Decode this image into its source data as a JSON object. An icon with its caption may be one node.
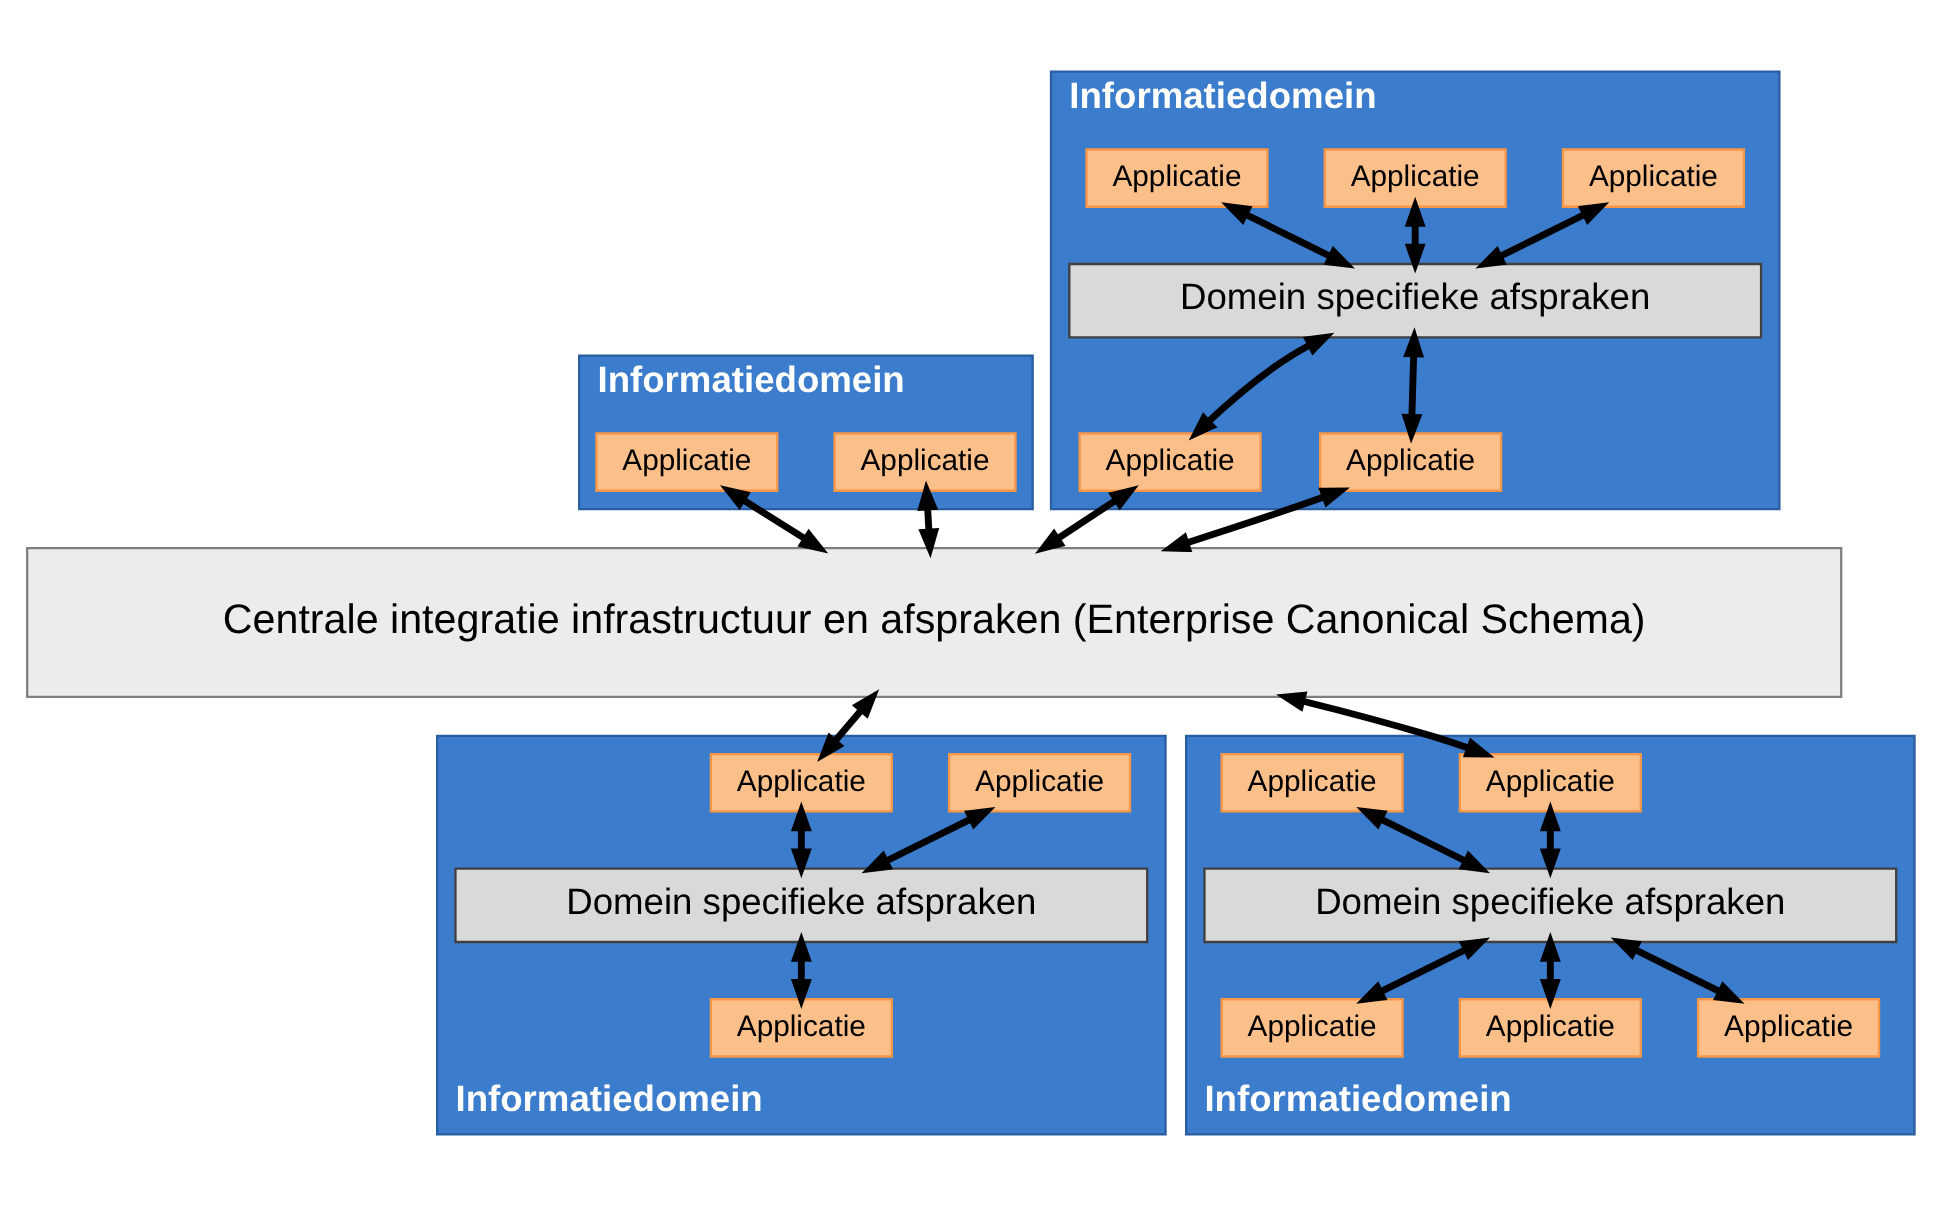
{
  "diagram": {
    "nodes": [
      {
        "text": [
          "Informatiedomein"
        ]
      },
      {
        "text": [
          "Applicatie"
        ],
        "in": 0
      },
      {
        "text": [
          "Applicatie"
        ],
        "in": 0
      },
      {
        "text": [
          "Informatiedomein"
        ]
      },
      {
        "text": [
          "Applicatie"
        ],
        "in": 3
      },
      {
        "text": [
          "Applicatie"
        ],
        "in": 3
      },
      {
        "text": [
          "Applicatie"
        ],
        "in": 3
      },
      {
        "text": [
          "Domein specifieke afspraken"
        ],
        "in": 3
      },
      {
        "text": [
          "Applicatie"
        ],
        "in": 3
      },
      {
        "text": [
          "Applicatie"
        ],
        "in": 3
      },
      {
        "text": [
          "Centrale integratie infrastructuur en afspraken (Enterprise Canonical Schema)"
        ]
      },
      {
        "text": [
          "Informatiedomein"
        ]
      },
      {
        "text": [
          "Applicatie"
        ],
        "in": 11
      },
      {
        "text": [
          "Applicatie"
        ],
        "in": 11
      },
      {
        "text": [
          "Domein specifieke afspraken"
        ],
        "in": 11
      },
      {
        "text": [
          "Applicatie"
        ],
        "in": 11
      },
      {
        "text": [
          "Informatiedomein"
        ]
      },
      {
        "text": [
          "Applicatie"
        ],
        "in": 16
      },
      {
        "text": [
          "Applicatie"
        ],
        "in": 16
      },
      {
        "text": [
          "Domein specifieke afspraken"
        ],
        "in": 16
      },
      {
        "text": [
          "Applicatie"
        ],
        "in": 16
      },
      {
        "text": [
          "Applicatie"
        ],
        "in": 16
      },
      {
        "text": [
          "Applicatie"
        ],
        "in": 16
      }
    ],
    "edges": [
      {
        "from": 1,
        "to": 10,
        "arrow": "both"
      },
      {
        "from": 2,
        "to": 10,
        "arrow": "both"
      },
      {
        "from": 4,
        "to": 7,
        "arrow": "both"
      },
      {
        "from": 5,
        "to": 7,
        "arrow": "both"
      },
      {
        "from": 6,
        "to": 7,
        "arrow": "both"
      },
      {
        "from": 7,
        "to": 8,
        "arrow": "both"
      },
      {
        "from": 7,
        "to": 9,
        "arrow": "both"
      },
      {
        "from": 8,
        "to": 10,
        "arrow": "both"
      },
      {
        "from": 9,
        "to": 10,
        "arrow": "both"
      },
      {
        "from": 10,
        "to": 13,
        "arrow": "both"
      },
      {
        "from": 10,
        "to": 17,
        "arrow": "both"
      },
      {
        "from": 12,
        "to": 14,
        "arrow": "both"
      },
      {
        "from": 13,
        "to": 14,
        "arrow": "both"
      },
      {
        "from": 14,
        "to": 15,
        "arrow": "both"
      },
      {
        "from": 17,
        "to": 19,
        "arrow": "both"
      },
      {
        "from": 18,
        "to": 19,
        "arrow": "both"
      },
      {
        "from": 19,
        "to": 20,
        "arrow": "both"
      },
      {
        "from": 19,
        "to": 21,
        "arrow": "both"
      },
      {
        "from": 19,
        "to": 22,
        "arrow": "both"
      }
    ]
  }
}
